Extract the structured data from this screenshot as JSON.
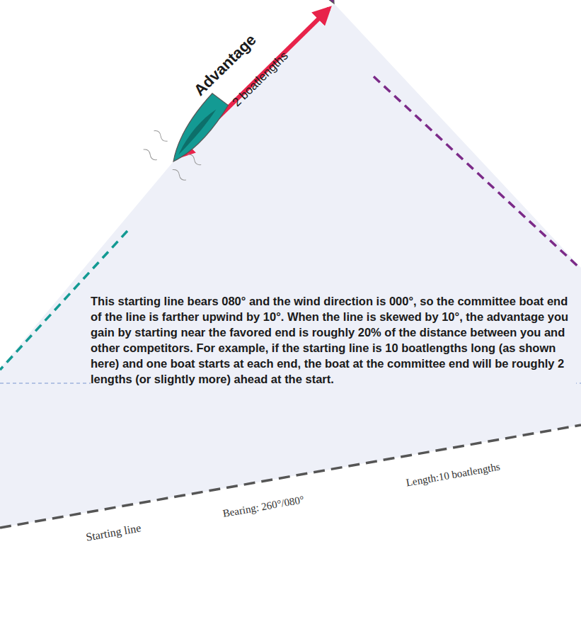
{
  "diagram": {
    "labels": [
      "Advantage",
      "2 boatlengths",
      "This starting line bears 080° and the wind direction is 000°, so the committee boat end of the line is farther upwind by 10°. When the line is skewed by 10°, the advantage you gain by starting near the favored end is roughly 20% of the distance between you and other competitors. For example, if the starting line is 10 boatlengths long (as shown here) and one boat starts at each end, the boat at the committee end will be roughly 2 lengths (or slightly more) ahead at the start.",
      "Starting line",
      "Bearing: 260°/080°",
      "Length:10 boatlengths"
    ]
  }
}
